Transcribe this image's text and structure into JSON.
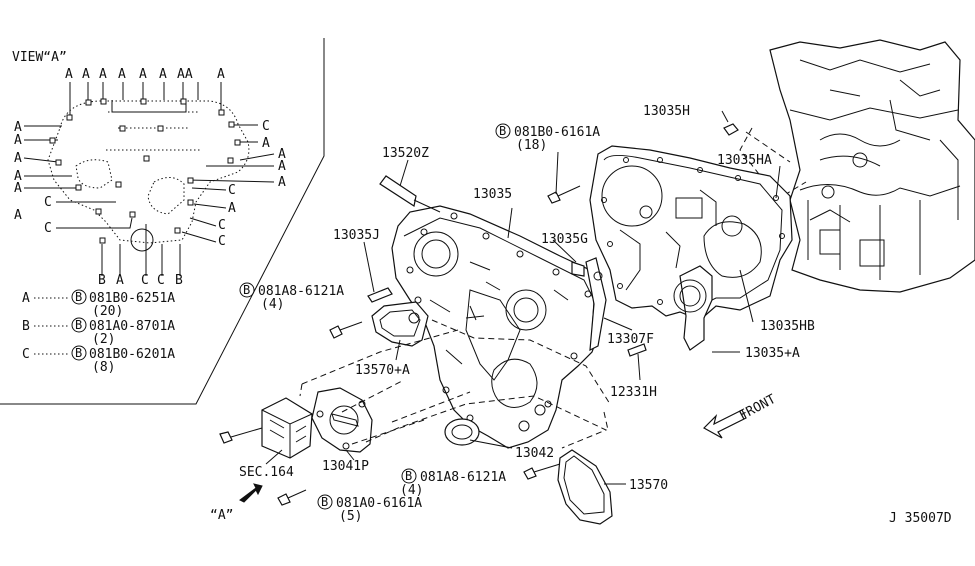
{
  "inset": {
    "title": "VIEW“A”",
    "top_letters": [
      "A",
      "A",
      "A",
      "A",
      "A",
      "A",
      "AA",
      "A"
    ],
    "left_letters": [
      "A",
      "A",
      "A",
      "A",
      "A",
      "C",
      "C"
    ],
    "right_letters": [
      "C",
      "A",
      "A",
      "A",
      "C",
      "A",
      "C",
      "C"
    ],
    "bottom_letters": [
      "B",
      "A",
      "C",
      "C",
      "B"
    ],
    "legend": [
      {
        "key": "A",
        "code": "081B0-6251A",
        "qty": "(20)"
      },
      {
        "key": "B",
        "code": "081A0-8701A",
        "qty": "(2)"
      },
      {
        "key": "C",
        "code": "081B0-6201A",
        "qty": "(8)"
      }
    ]
  },
  "labels": {
    "p13520Z": "13520Z",
    "p13035": "13035",
    "p13035J": "13035J",
    "p13035G": "13035G",
    "p13035H": "13035H",
    "p13035HA": "13035HA",
    "p13035HB": "13035HB",
    "p13035A": "13035+A",
    "p13307F": "13307F",
    "p12331H": "12331H",
    "p13570A": "13570+A",
    "p13570": "13570",
    "p13042": "13042",
    "p13041P": "13041P",
    "sec164": "SEC.164",
    "view_a": "“A”",
    "front": "FRONT",
    "diagram_id": "J 35007D"
  },
  "bolts": [
    {
      "id": "b1",
      "code": "081B0-6161A",
      "qty": "(18)"
    },
    {
      "id": "b2",
      "code": "081A8-6121A",
      "qty": "(4)"
    },
    {
      "id": "b3",
      "code": "081A8-6121A",
      "qty": "(4)"
    },
    {
      "id": "b4",
      "code": "081A0-6161A",
      "qty": "(5)"
    }
  ],
  "bolt_prefix": "B"
}
